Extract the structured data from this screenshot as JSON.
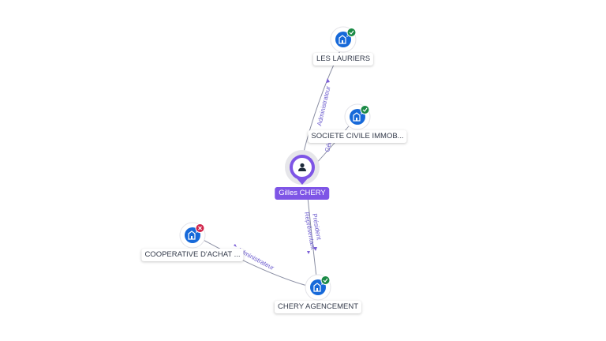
{
  "person": {
    "name": "Gilles CHERY",
    "icon": "person-icon",
    "color": "#7e55e6"
  },
  "companies": [
    {
      "id": "les-lauriers",
      "name": "LES LAURIERS",
      "status": "active",
      "icon": "building-icon"
    },
    {
      "id": "sci",
      "name": "SOCIETE CIVILE IMMOB...",
      "status": "active",
      "icon": "building-icon"
    },
    {
      "id": "chery-agencement",
      "name": "CHERY AGENCEMENT",
      "status": "active",
      "icon": "building-icon"
    },
    {
      "id": "cooperative",
      "name": "COOPERATIVE D'ACHAT ...",
      "status": "closed",
      "icon": "building-icon"
    }
  ],
  "relations": [
    {
      "from": "person",
      "to": "les-lauriers",
      "label": "Administrateur"
    },
    {
      "from": "person",
      "to": "sci",
      "label": "Gérant"
    },
    {
      "from": "person",
      "to": "chery-agencement",
      "label": "Président"
    },
    {
      "from": "chery-agencement",
      "to": "person",
      "label": "Représentant"
    },
    {
      "from": "chery-agencement",
      "to": "cooperative",
      "label": "Administrateur"
    }
  ],
  "colors": {
    "active_badge": "#1a8a45",
    "closed_badge": "#d1264b",
    "company_icon": "#1769d9",
    "edge": "#8a8ea3",
    "edge_label": "#6a5acd"
  }
}
